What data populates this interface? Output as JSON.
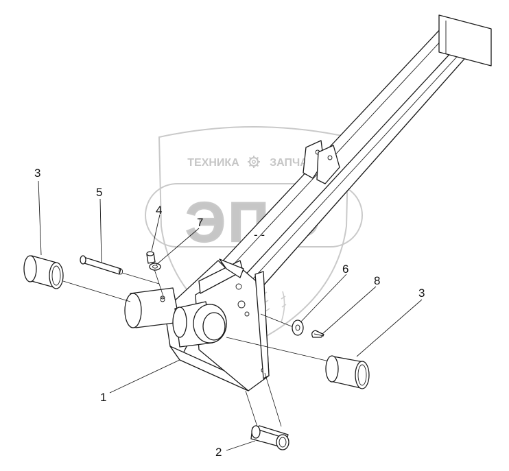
{
  "watermark": {
    "line1_left": "ТЕХНИКА",
    "line1_right": "ЗАПЧАСТИ",
    "logo": "ЭПФ",
    "gear_icon": "gear-icon",
    "color": "#c6c6c6"
  },
  "callouts": [
    {
      "id": "1",
      "label": "1"
    },
    {
      "id": "2",
      "label": "2"
    },
    {
      "id": "3a",
      "label": "3"
    },
    {
      "id": "3b",
      "label": "3"
    },
    {
      "id": "4",
      "label": "4"
    },
    {
      "id": "5",
      "label": "5"
    },
    {
      "id": "6",
      "label": "6"
    },
    {
      "id": "7",
      "label": "7"
    },
    {
      "id": "8",
      "label": "8"
    }
  ],
  "colors": {
    "line": "#1a1a1a",
    "background": "#ffffff"
  }
}
